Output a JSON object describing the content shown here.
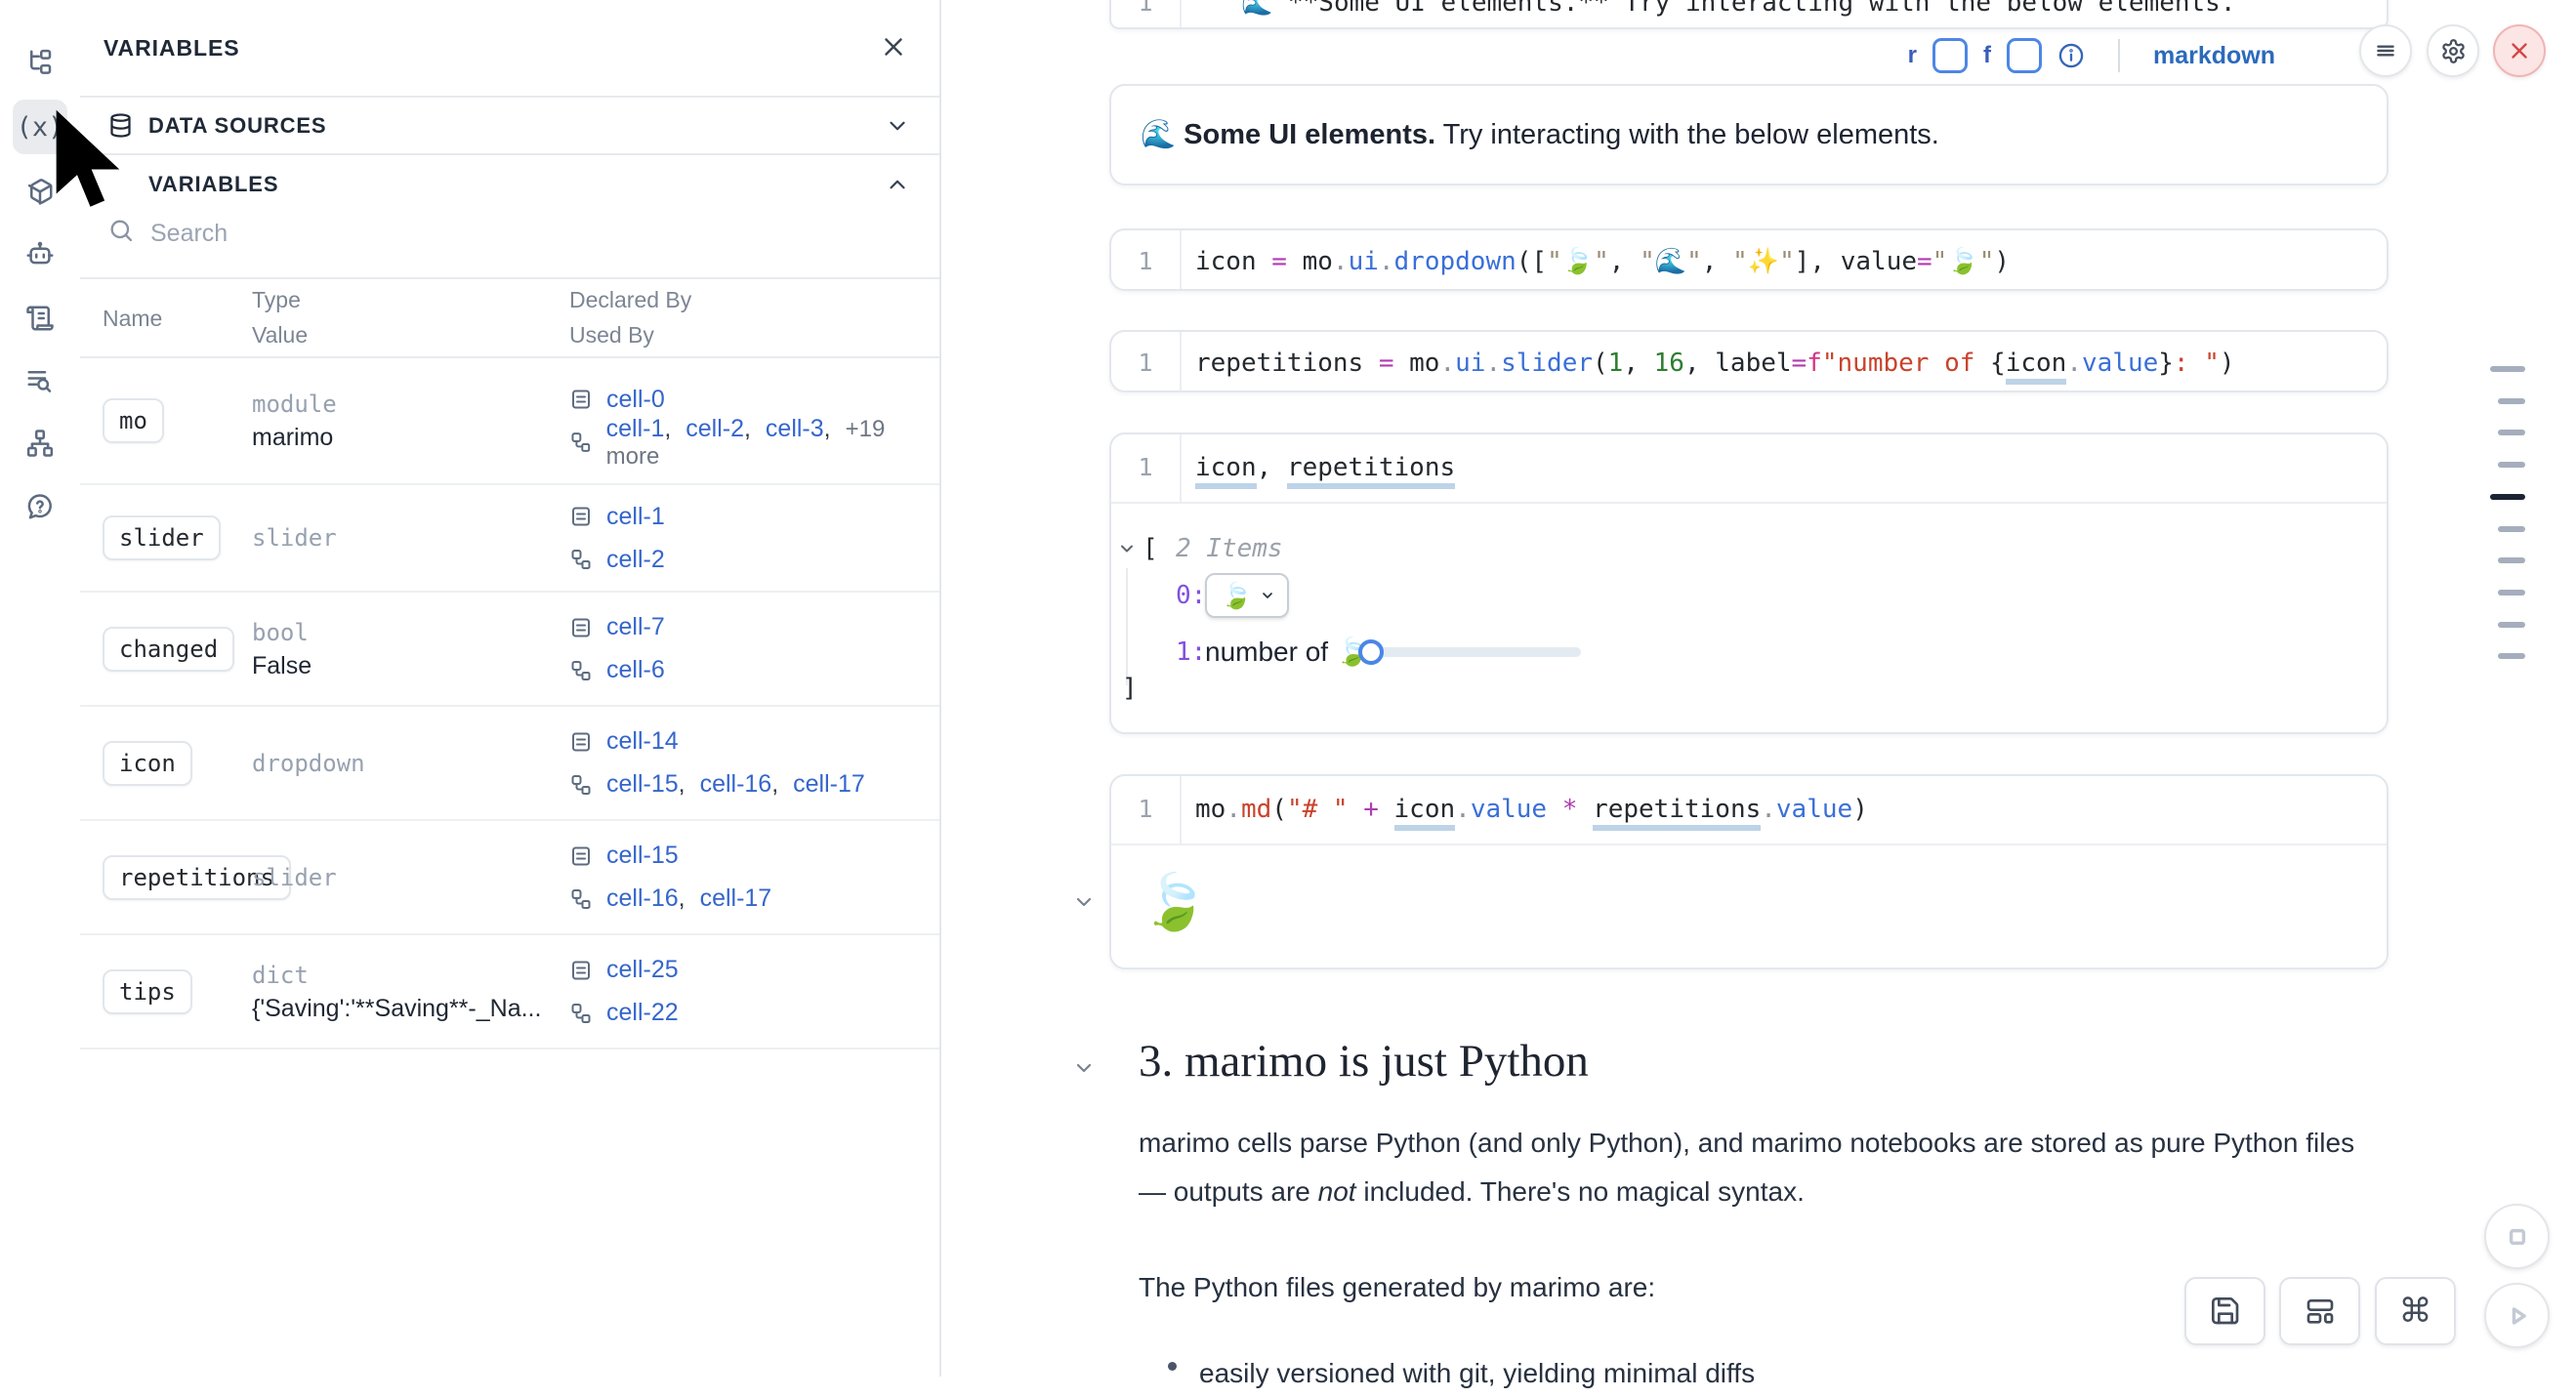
{
  "sidebar": {
    "items": [
      {
        "name": "file-tree-icon"
      },
      {
        "name": "variables-icon",
        "active": true
      },
      {
        "name": "package-icon"
      },
      {
        "name": "ai-bot-icon"
      },
      {
        "name": "logs-icon"
      },
      {
        "name": "scratchpad-search-icon"
      },
      {
        "name": "dependencies-icon"
      },
      {
        "name": "help-icon"
      }
    ]
  },
  "panel": {
    "title": "VARIABLES",
    "data_sources_label": "DATA SOURCES",
    "variables_label": "VARIABLES",
    "search_placeholder": "Search",
    "columns": {
      "name": "Name",
      "type": "Type",
      "value": "Value",
      "declared": "Declared By",
      "used": "Used By"
    },
    "rows": [
      {
        "name": "mo",
        "type": "module",
        "value": "marimo",
        "declared": [
          "cell-0"
        ],
        "used": [
          "cell-1",
          "cell-2",
          "cell-3"
        ],
        "used_extra": "+19 more"
      },
      {
        "name": "slider",
        "type": "slider",
        "value": "",
        "declared": [
          "cell-1"
        ],
        "used": [
          "cell-2"
        ]
      },
      {
        "name": "changed",
        "type": "bool",
        "value": "False",
        "declared": [
          "cell-7"
        ],
        "used": [
          "cell-6"
        ]
      },
      {
        "name": "icon",
        "type": "dropdown",
        "value": "",
        "declared": [
          "cell-14"
        ],
        "used": [
          "cell-15",
          "cell-16",
          "cell-17"
        ]
      },
      {
        "name": "repetitions",
        "type": "slider",
        "value": "",
        "declared": [
          "cell-15"
        ],
        "used": [
          "cell-16",
          "cell-17"
        ]
      },
      {
        "name": "tips",
        "type": "dict",
        "value": "{'Saving':'**Saving**-_Na...",
        "declared": [
          "cell-25"
        ],
        "used": [
          "cell-22"
        ]
      }
    ]
  },
  "notebook": {
    "cell_md": {
      "line_no": "1",
      "source": "\"\"\"🌊 **Some UI elements.** Try interacting with the below elements.\"\"\"",
      "toolbar": {
        "r": "r",
        "f": "f",
        "mode": "markdown"
      },
      "output": {
        "emoji": "🌊",
        "bold": "Some UI elements.",
        "rest": " Try interacting with the below elements."
      }
    },
    "cell_dropdown": {
      "line_no": "1",
      "tokens": [
        {
          "t": "icon",
          "c": "v"
        },
        {
          "t": " = ",
          "c": "o"
        },
        {
          "t": "mo",
          "c": "v"
        },
        {
          "t": ".",
          "c": "d"
        },
        {
          "t": "ui",
          "c": "b"
        },
        {
          "t": ".",
          "c": "d"
        },
        {
          "t": "dropdown",
          "c": "b"
        },
        {
          "t": "([",
          "c": "v"
        },
        {
          "t": "\"",
          "c": "q"
        },
        {
          "t": "🍃",
          "c": "e"
        },
        {
          "t": "\"",
          "c": "q"
        },
        {
          "t": ", ",
          "c": "v"
        },
        {
          "t": "\"",
          "c": "q"
        },
        {
          "t": "🌊",
          "c": "e"
        },
        {
          "t": "\"",
          "c": "q"
        },
        {
          "t": ", ",
          "c": "v"
        },
        {
          "t": "\"",
          "c": "q"
        },
        {
          "t": "✨",
          "c": "e"
        },
        {
          "t": "\"",
          "c": "q"
        },
        {
          "t": "], ",
          "c": "v"
        },
        {
          "t": "value",
          "c": "v"
        },
        {
          "t": "=",
          "c": "o"
        },
        {
          "t": "\"",
          "c": "q"
        },
        {
          "t": "🍃",
          "c": "e"
        },
        {
          "t": "\"",
          "c": "q"
        },
        {
          "t": ")",
          "c": "v"
        }
      ]
    },
    "cell_slider": {
      "line_no": "1",
      "tokens": [
        {
          "t": "repetitions",
          "c": "v"
        },
        {
          "t": " = ",
          "c": "o"
        },
        {
          "t": "mo",
          "c": "v"
        },
        {
          "t": ".",
          "c": "d"
        },
        {
          "t": "ui",
          "c": "b"
        },
        {
          "t": ".",
          "c": "d"
        },
        {
          "t": "slider",
          "c": "b"
        },
        {
          "t": "(",
          "c": "v"
        },
        {
          "t": "1",
          "c": "n"
        },
        {
          "t": ", ",
          "c": "v"
        },
        {
          "t": "16",
          "c": "n"
        },
        {
          "t": ", ",
          "c": "v"
        },
        {
          "t": "label",
          "c": "v"
        },
        {
          "t": "=",
          "c": "o"
        },
        {
          "t": "f",
          "c": "f"
        },
        {
          "t": "\"number of ",
          "c": "s"
        },
        {
          "t": "{",
          "c": "v"
        },
        {
          "t": "icon",
          "c": "vu"
        },
        {
          "t": ".",
          "c": "d"
        },
        {
          "t": "value",
          "c": "b"
        },
        {
          "t": "}",
          "c": "v"
        },
        {
          "t": ": \"",
          "c": "s"
        },
        {
          "t": ")",
          "c": "v"
        }
      ]
    },
    "cell_tuple": {
      "line_no": "1",
      "tokens": [
        {
          "t": "icon",
          "c": "vu"
        },
        {
          "t": ", ",
          "c": "v"
        },
        {
          "t": "repetitions",
          "c": "vu"
        }
      ],
      "output": {
        "open_bracket": "[",
        "items_label": "2 Items",
        "idx0": "0:",
        "idx1": "1:",
        "dropdown_value": "🍃",
        "slider_label": "number of 🍃: ",
        "close_bracket": "]"
      }
    },
    "cell_mo_md": {
      "line_no": "1",
      "tokens": [
        {
          "t": "mo",
          "c": "v"
        },
        {
          "t": ".",
          "c": "d"
        },
        {
          "t": "md",
          "c": "s"
        },
        {
          "t": "(",
          "c": "v"
        },
        {
          "t": "\"# \"",
          "c": "s"
        },
        {
          "t": " + ",
          "c": "o"
        },
        {
          "t": "icon",
          "c": "vu"
        },
        {
          "t": ".",
          "c": "d"
        },
        {
          "t": "value",
          "c": "b"
        },
        {
          "t": " * ",
          "c": "o"
        },
        {
          "t": "repetitions",
          "c": "vu"
        },
        {
          "t": ".",
          "c": "d"
        },
        {
          "t": "value",
          "c": "b"
        },
        {
          "t": ")",
          "c": "v"
        }
      ],
      "output_emoji": "🍃"
    },
    "section": {
      "heading": "3. marimo is just Python",
      "para1_line1": "marimo cells parse Python (and only Python), and marimo notebooks are stored as pure Python files",
      "para1_line2_pre": "— outputs are ",
      "para1_line2_italic": "not",
      "para1_line2_post": " included. There's no magical syntax.",
      "para2": "The Python files generated by marimo are:",
      "bullet1": "easily versioned with git, yielding minimal diffs"
    }
  },
  "controls": {
    "menu": "menu",
    "settings": "settings",
    "shutdown": "shutdown",
    "save": "save",
    "layout": "layout",
    "command_palette": "⌘",
    "stop": "stop",
    "run": "run"
  },
  "minimap": {
    "items": [
      {
        "active": false,
        "wide": true
      },
      {
        "active": false
      },
      {
        "active": false
      },
      {
        "active": false
      },
      {
        "active": true,
        "wide": true
      },
      {
        "active": false
      },
      {
        "active": false
      },
      {
        "active": false
      },
      {
        "active": false
      },
      {
        "active": false
      }
    ]
  },
  "colors": {
    "accent_blue": "#3566cc",
    "danger_red": "#d64545",
    "underline_blue": "#bdd3e7",
    "border": "#e3e7ec",
    "muted": "#97a1b0"
  }
}
